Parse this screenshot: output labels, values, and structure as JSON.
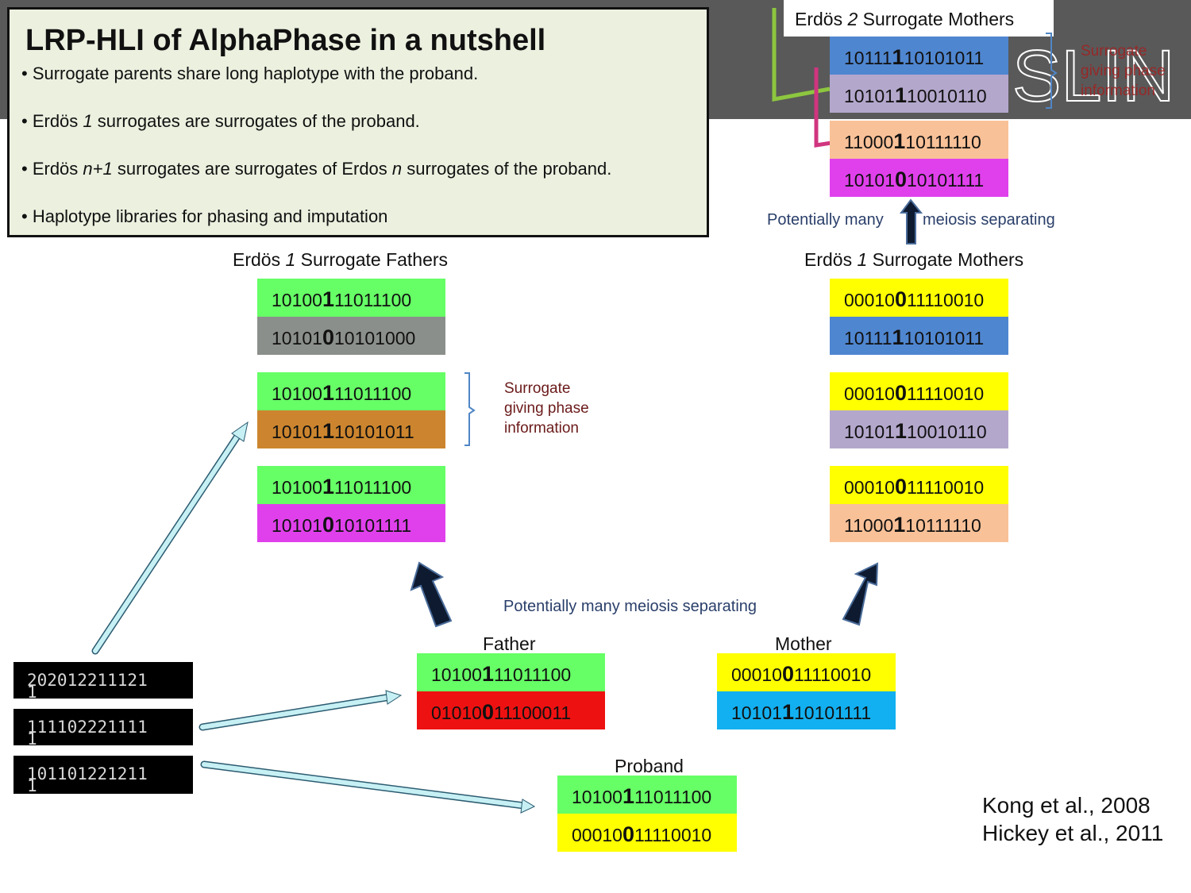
{
  "colors": {
    "green": "#66ff66",
    "grey": "#8b8f8b",
    "orange": "#cc852e",
    "magenta": "#e040ec",
    "yellow": "#ffff00",
    "blue": "#4f86d0",
    "lavender": "#b4a7cc",
    "peach": "#f9c198",
    "red": "#ee1111",
    "cyan": "#12b0f0",
    "band": "#595959",
    "panel": "#ebf0df"
  },
  "panel": {
    "title": "LRP-HLI of AlphaPhase in a nutshell",
    "bullets": [
      {
        "pre": "• Surrogate parents share long haplotype with the proband.",
        "it": "",
        "mid": "",
        "it2": "",
        "post": ""
      },
      {
        "pre": "• Erdös ",
        "it": "1",
        "mid": " surrogates are surrogates of the proband.",
        "it2": "",
        "post": ""
      },
      {
        "pre": "• Erdös ",
        "it": "n+1",
        "mid": " surrogates are surrogates of Erdos ",
        "it2": "n",
        "post": " surrogates of the proband."
      },
      {
        "pre": "• Haplotype libraries for phasing and imputation",
        "it": "",
        "mid": "",
        "it2": "",
        "post": ""
      }
    ]
  },
  "logo_text": "SLIN",
  "erdos2": {
    "title_pre": "Erdös ",
    "title_it": "2",
    "title_post": " Surrogate Mothers",
    "seqs": [
      {
        "a": "10111",
        "b": "1",
        "c": "10101011",
        "color": "#4f86d0"
      },
      {
        "a": "10101",
        "b": "1",
        "c": "10010110",
        "color": "#b4a7cc"
      },
      {
        "a": "11000",
        "b": "1",
        "c": "10111110",
        "color": "#f9c198"
      },
      {
        "a": "10101",
        "b": "0",
        "c": "10101111",
        "color": "#e040ec"
      }
    ],
    "note": [
      "Surrogate",
      "giving phase",
      "information"
    ],
    "meiosis_left": "Potentially many",
    "meiosis_right": "meiosis separating"
  },
  "fathers": {
    "title_pre": "Erdös ",
    "title_it": "1",
    "title_post": " Surrogate Fathers",
    "seqs": [
      {
        "a": "10100",
        "b": "1",
        "c": "11011100",
        "color": "#66ff66"
      },
      {
        "a": "10101",
        "b": "0",
        "c": "10101000",
        "color": "#8b8f8b"
      },
      {
        "a": "10100",
        "b": "1",
        "c": "11011100",
        "color": "#66ff66"
      },
      {
        "a": "10101",
        "b": "1",
        "c": "10101011",
        "color": "#cc852e"
      },
      {
        "a": "10100",
        "b": "1",
        "c": "11011100",
        "color": "#66ff66"
      },
      {
        "a": "10101",
        "b": "0",
        "c": "10101111",
        "color": "#e040ec"
      }
    ],
    "note": [
      "Surrogate",
      "giving phase",
      "information"
    ]
  },
  "mothers": {
    "title_pre": "Erdös ",
    "title_it": "1",
    "title_post": " Surrogate Mothers",
    "seqs": [
      {
        "a": "00010",
        "b": "0",
        "c": "11110010",
        "color": "#ffff00"
      },
      {
        "a": "10111",
        "b": "1",
        "c": "10101011",
        "color": "#4f86d0"
      },
      {
        "a": "00010",
        "b": "0",
        "c": "11110010",
        "color": "#ffff00"
      },
      {
        "a": "10101",
        "b": "1",
        "c": "10010110",
        "color": "#b4a7cc"
      },
      {
        "a": "00010",
        "b": "0",
        "c": "11110010",
        "color": "#ffff00"
      },
      {
        "a": "11000",
        "b": "1",
        "c": "10111110",
        "color": "#f9c198"
      }
    ]
  },
  "meiosis_middle": "Potentially many meiosis separating",
  "father": {
    "label": "Father",
    "seqs": [
      {
        "a": "10100",
        "b": "1",
        "c": "11011100",
        "color": "#66ff66"
      },
      {
        "a": "01010",
        "b": "0",
        "c": "11100011",
        "color": "#ee1111"
      }
    ]
  },
  "mother": {
    "label": "Mother",
    "seqs": [
      {
        "a": "00010",
        "b": "0",
        "c": "11110010",
        "color": "#ffff00"
      },
      {
        "a": "10101",
        "b": "1",
        "c": "10101111",
        "color": "#12b0f0"
      }
    ]
  },
  "proband": {
    "label": "Proband",
    "seqs": [
      {
        "a": "10100",
        "b": "1",
        "c": "11011100",
        "color": "#66ff66"
      },
      {
        "a": "00010",
        "b": "0",
        "c": "11110010",
        "color": "#ffff00"
      }
    ]
  },
  "genotypes": [
    {
      "line1": "202012211121",
      "line2": "1"
    },
    {
      "line1": "111102221111",
      "line2": "1"
    },
    {
      "line1": "101101221211",
      "line2": "1"
    }
  ],
  "citations": [
    "Kong et al., 2008",
    "Hickey et al., 2011"
  ]
}
